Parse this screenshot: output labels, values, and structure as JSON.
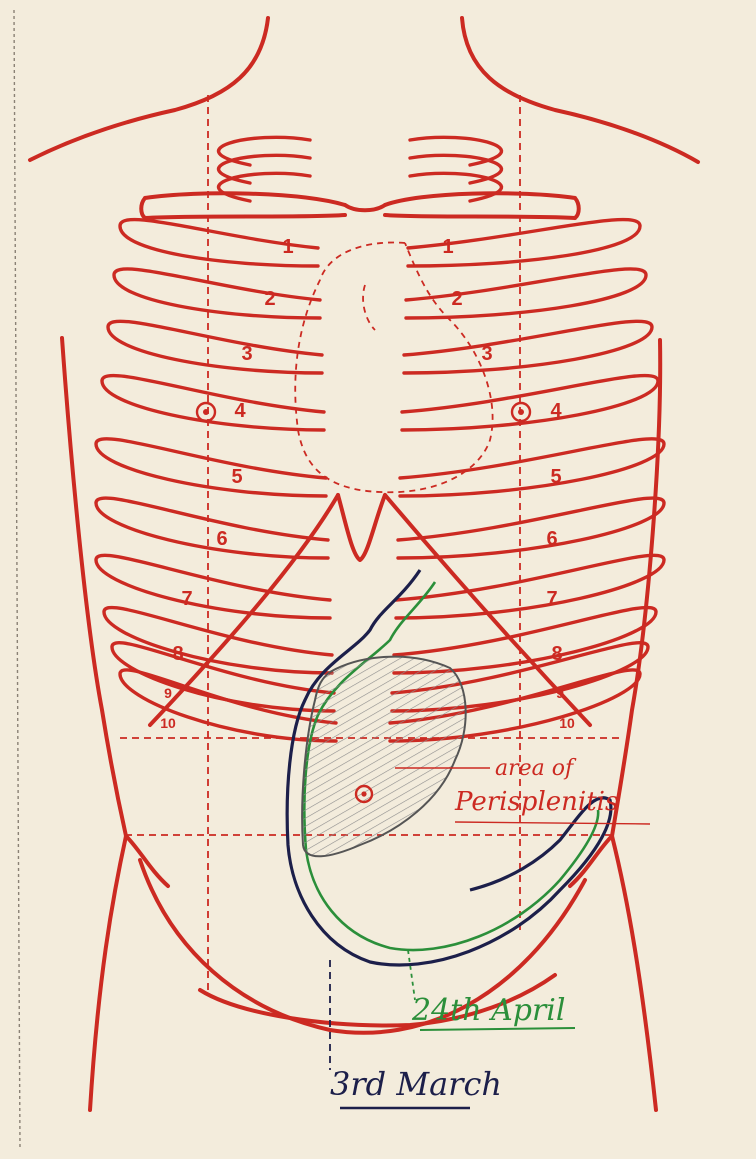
{
  "colors": {
    "paper": "#f3ecdc",
    "anatomy_red": "#cc2a22",
    "march_outline": "#1c1f4a",
    "april_outline": "#2b8f3a",
    "shading": "#8c8c8c"
  },
  "rib_labels": {
    "left": [
      "1",
      "2",
      "3",
      "4",
      "5",
      "6",
      "7",
      "8",
      "9",
      "10"
    ],
    "right": [
      "1",
      "2",
      "3",
      "4",
      "5",
      "6",
      "7",
      "8",
      "9",
      "10"
    ]
  },
  "annotations": {
    "area_line1": "area of",
    "area_line2": "Perisplenitis",
    "april": "24th April",
    "march": "3rd March"
  }
}
